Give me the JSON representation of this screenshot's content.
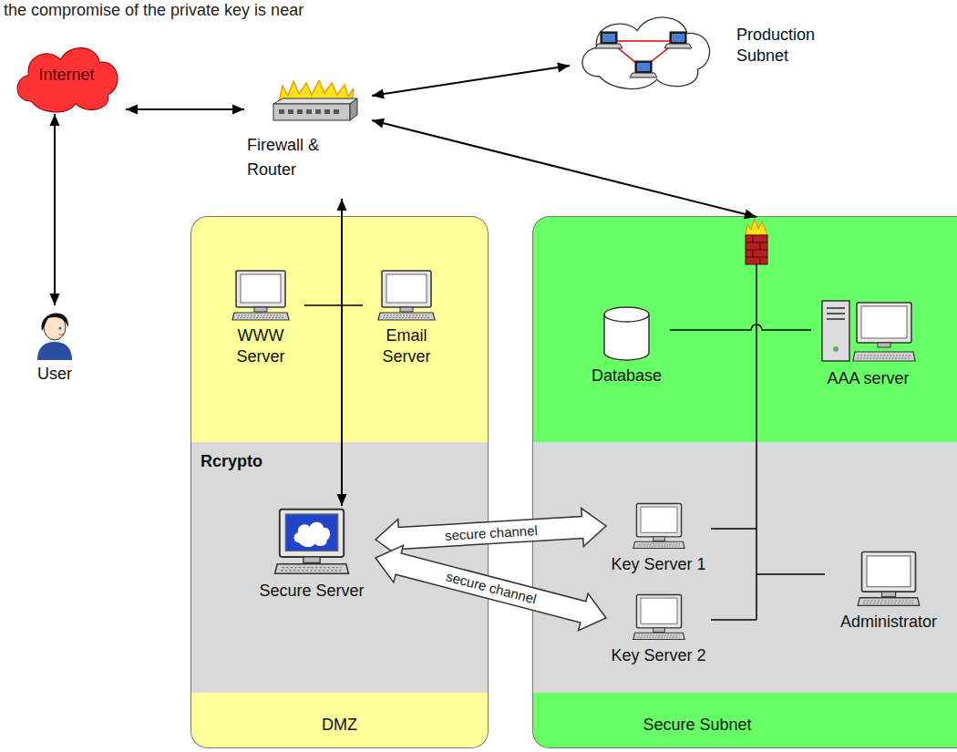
{
  "diagram": {
    "nodes": [
      {
        "text": [
          "Internet"
        ]
      },
      {
        "text": [
          "Firewall & Router"
        ]
      },
      {
        "text": [
          "Production Subnet"
        ]
      },
      {
        "text": [
          "User"
        ]
      },
      {
        "text": [
          "DMZ"
        ]
      },
      {
        "text": [
          "WWW Server"
        ],
        "in": 4
      },
      {
        "text": [
          "Email Server"
        ],
        "in": 4
      },
      {
        "text": [
          "Rcrypto"
        ],
        "in": 4
      },
      {
        "text": [
          "Secure Server"
        ],
        "in": 7
      },
      {
        "text": [
          "Secure Subnet"
        ]
      },
      {
        "text": [
          "Database"
        ],
        "in": 9
      },
      {
        "text": [
          "AAA server"
        ],
        "in": 9
      },
      {
        "text": [
          "Key Server 1"
        ],
        "in": 9
      },
      {
        "text": [
          "Key Server 2"
        ],
        "in": 9
      },
      {
        "text": [
          "Administrator"
        ],
        "in": 9
      }
    ],
    "edges": [
      {
        "from": 0,
        "to": 1,
        "arrow": "both"
      },
      {
        "from": 3,
        "to": 0,
        "arrow": "both"
      },
      {
        "from": 1,
        "to": 2,
        "arrow": "both"
      },
      {
        "from": 1,
        "to": 9,
        "arrow": "both"
      },
      {
        "from": 1,
        "to": 8,
        "arrow": "both"
      },
      {
        "from": 5,
        "to": 6,
        "arrow": "none"
      },
      {
        "from": 10,
        "to": 11,
        "arrow": "none"
      },
      {
        "from": 8,
        "to": 12,
        "arrow": "both",
        "label": "secure channel"
      },
      {
        "from": 8,
        "to": 13,
        "arrow": "both",
        "label": "secure channel"
      }
    ],
    "labels": [
      "the compromise of the private key is near"
    ]
  }
}
